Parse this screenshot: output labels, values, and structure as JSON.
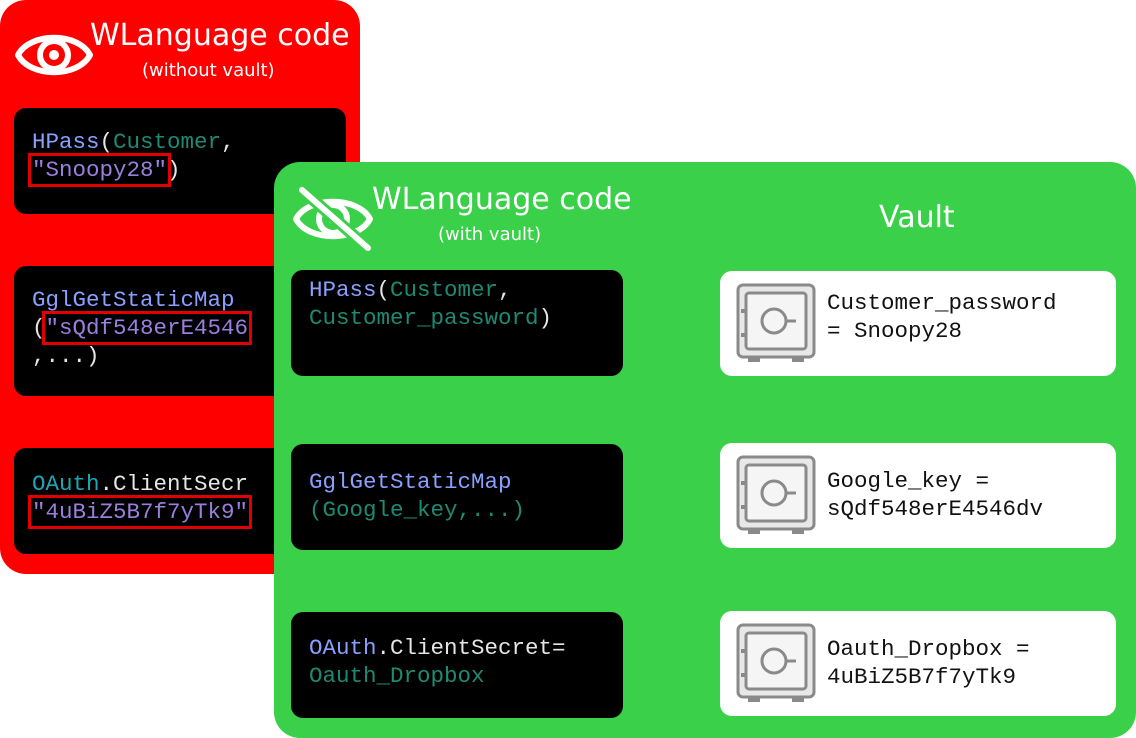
{
  "colors": {
    "red_panel": "#ff0000",
    "green_panel": "#3ad04a",
    "code_bg": "#000000",
    "function": "#8aa0ff",
    "class_name": "#1ba7b7",
    "argument": "#1d8a74",
    "string": "#9b7fdc",
    "highlight_box": "#e00000"
  },
  "without_vault": {
    "title": "WLanguage code",
    "subtitle": "(without vault)",
    "icon": "eye-icon",
    "snippets": [
      {
        "l1_fn": "HPass",
        "l1_open": "(",
        "l1_arg": "Customer",
        "l1_comma": ",",
        "l2_str": "\"Snoopy28\"",
        "l2_close": ")"
      },
      {
        "l1_fn": "GglGetStaticMap",
        "l2_open": "(",
        "l2_str": "\"sQdf548erE4546",
        "l3_rest": ",...)"
      },
      {
        "l1_cls": "OAuth",
        "l1_rest": ".ClientSecr",
        "l2_str": "\"4uBiZ5B7f7yTk9\""
      }
    ]
  },
  "with_vault": {
    "title": "WLanguage code",
    "subtitle": "(with vault)",
    "icon": "eye-slash-icon",
    "snippets": [
      {
        "l1_fn": "HPass",
        "l1_open": "(",
        "l1_arg": "Customer",
        "l1_comma": ",",
        "l2_arg": "Customer_password",
        "l2_close": ")"
      },
      {
        "l1_fn": "GglGetStaticMap",
        "l2_open": "(",
        "l2_arg": "Google_key",
        "l2_rest": ",...)"
      },
      {
        "l1_cls": "OAuth",
        "l1_rest": ".ClientSecret=",
        "l2_arg": "Oauth_Dropbox"
      }
    ]
  },
  "vault": {
    "title": "Vault",
    "icon": "safe-icon",
    "entries": [
      {
        "line1": "Customer_password",
        "line2": "= Snoopy28"
      },
      {
        "line1": "Google_key =",
        "line2": "sQdf548erE4546dv"
      },
      {
        "line1": "Oauth_Dropbox =",
        "line2": "4uBiZ5B7f7yTk9"
      }
    ]
  }
}
